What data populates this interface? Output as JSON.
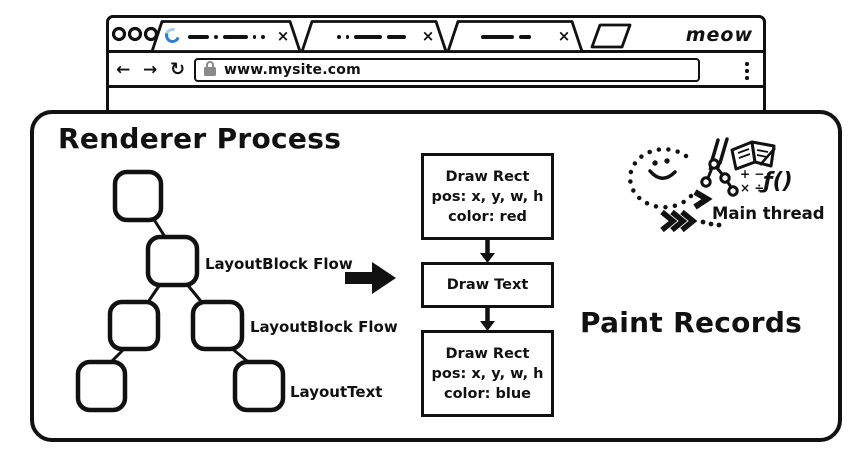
{
  "browser": {
    "brand": "meow",
    "url": "www.mysite.com",
    "close_glyph": "×",
    "nav": {
      "back": "←",
      "forward": "→",
      "reload": "↻"
    }
  },
  "renderer": {
    "title": "Renderer Process",
    "tree": {
      "label_node2": "LayoutBlock Flow",
      "label_node4": "LayoutBlock Flow",
      "label_node6": "LayoutText"
    },
    "paint": {
      "heading": "Paint Records",
      "box1": {
        "line1": "Draw Rect",
        "line2": "pos: x, y, w, h",
        "line3": "color: red"
      },
      "box2": {
        "line1": "Draw Text"
      },
      "box3": {
        "line1": "Draw Rect",
        "line2": "pos: x, y, w, h",
        "line3": "color: blue"
      }
    },
    "doodle": {
      "label": "Main thread",
      "math_row1": "+ −",
      "math_row2": "× ÷",
      "fn": "ƒ()"
    }
  },
  "colors": {
    "ink": "#111111",
    "spinner_dark": "#2f7ed2",
    "spinner_light": "#a6cdf2",
    "lock_gray": "#8a8a8a"
  }
}
